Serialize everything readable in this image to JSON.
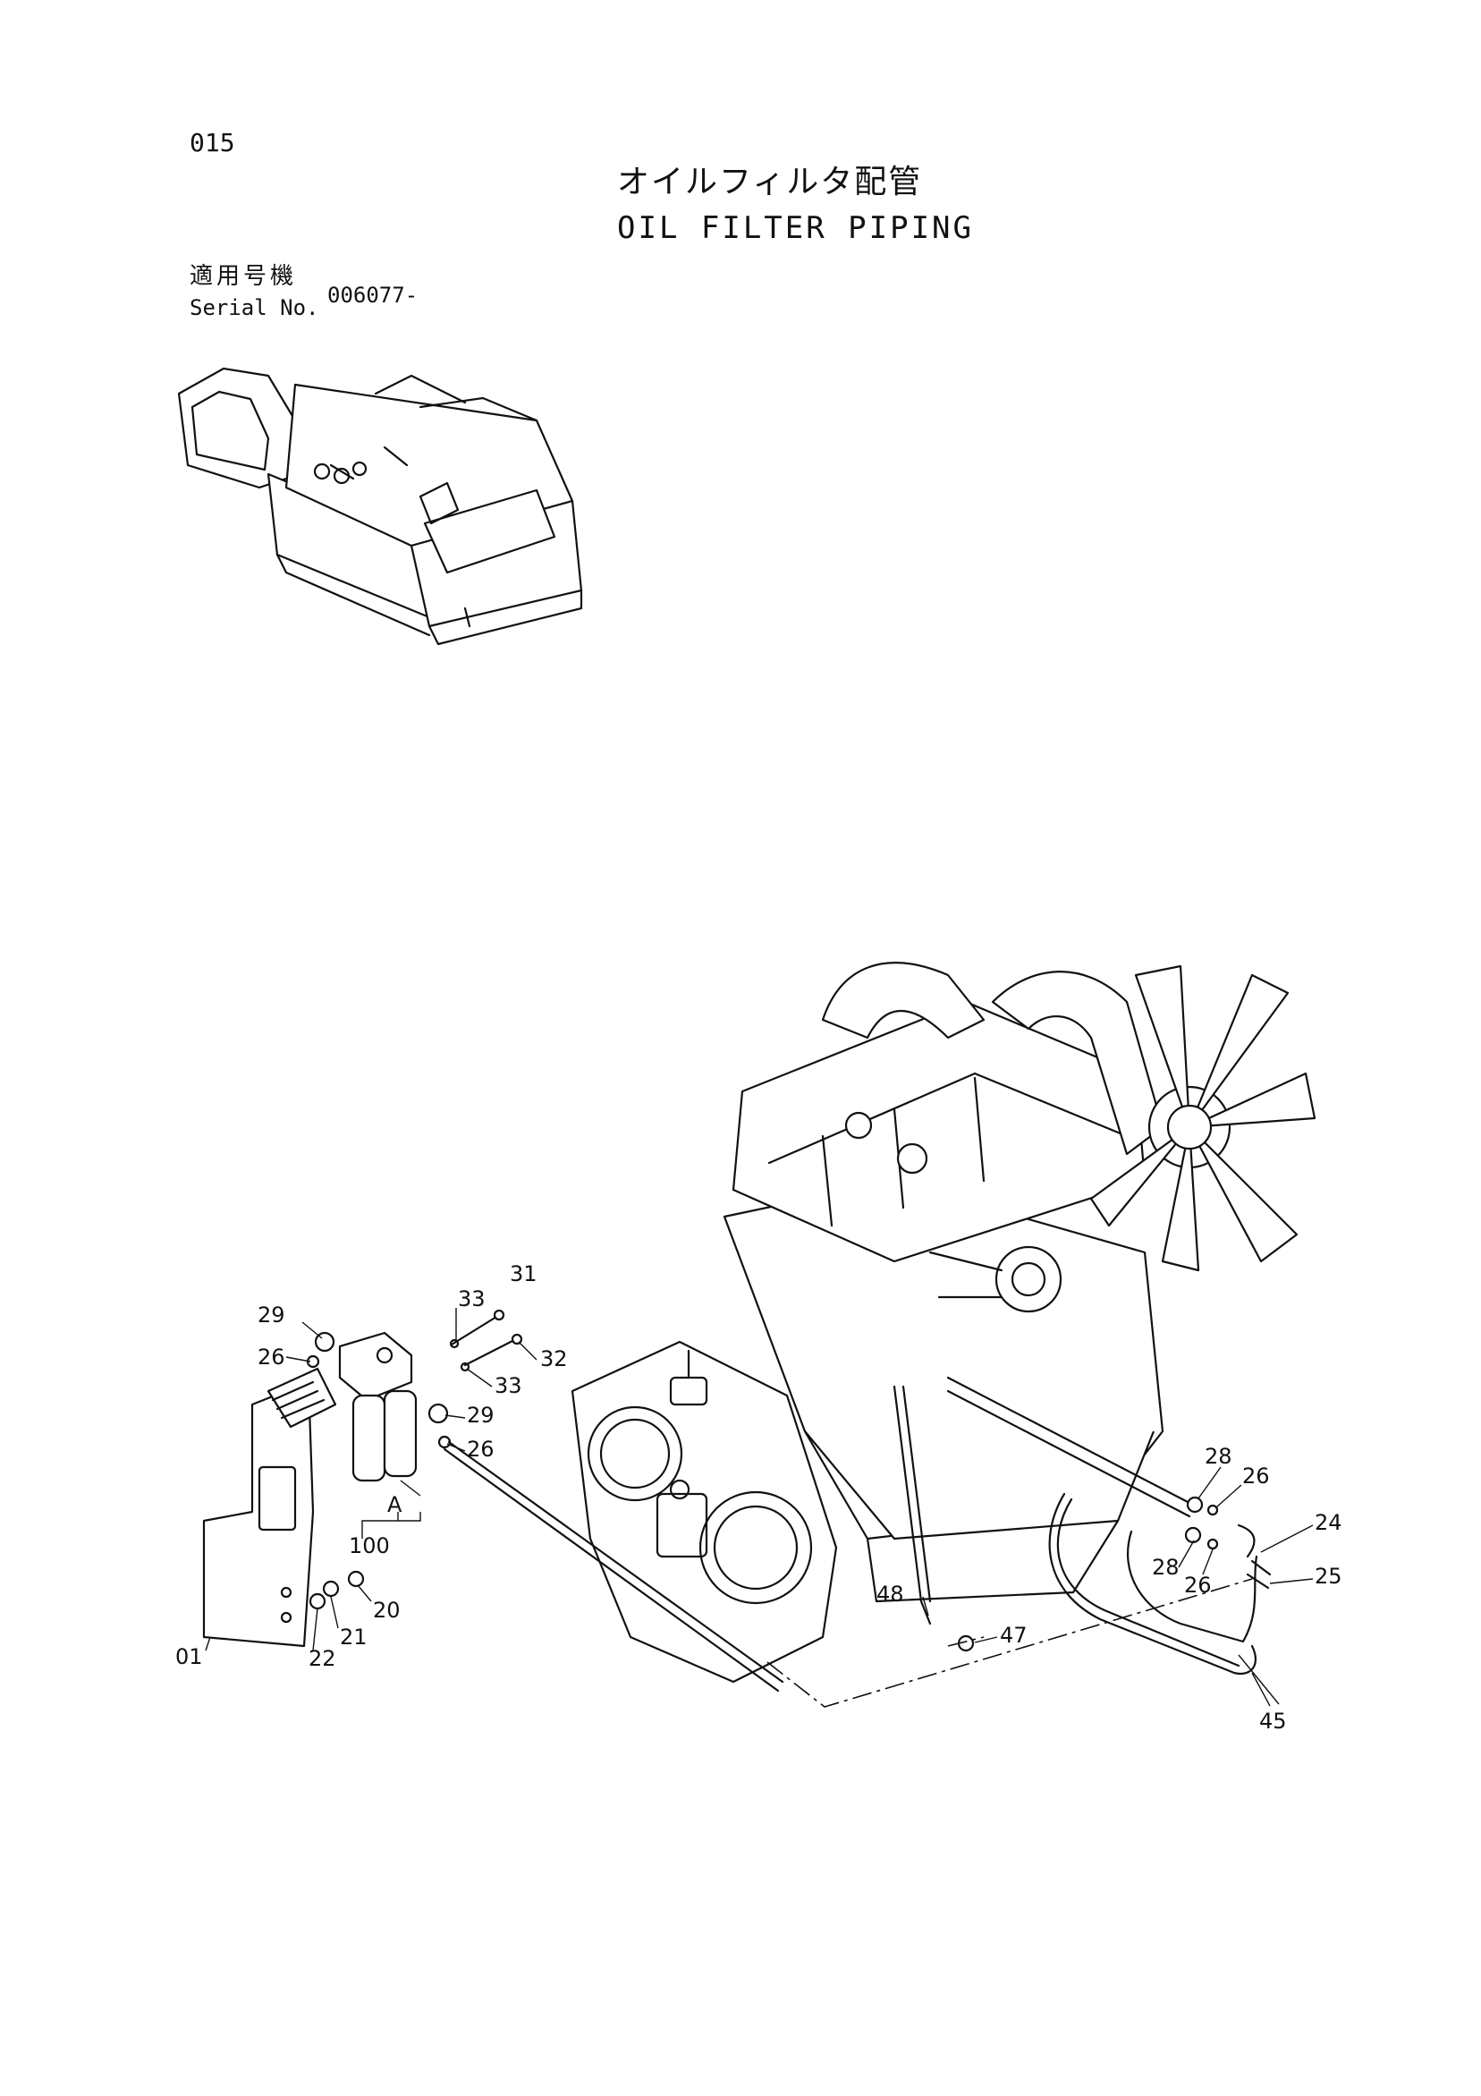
{
  "header": {
    "page_number": "015",
    "title_jp": "オイルフィルタ配管",
    "title_en": "OIL FILTER PIPING"
  },
  "serial": {
    "label_jp": "適用号機",
    "label_en": "Serial No.",
    "value": "006077-"
  },
  "callouts": [
    "31",
    "33",
    "29",
    "26",
    "32",
    "33",
    "29",
    "26",
    "A",
    "100",
    "20",
    "21",
    "22",
    "01",
    "28",
    "26",
    "24",
    "28",
    "26",
    "25",
    "48",
    "47",
    "45"
  ]
}
